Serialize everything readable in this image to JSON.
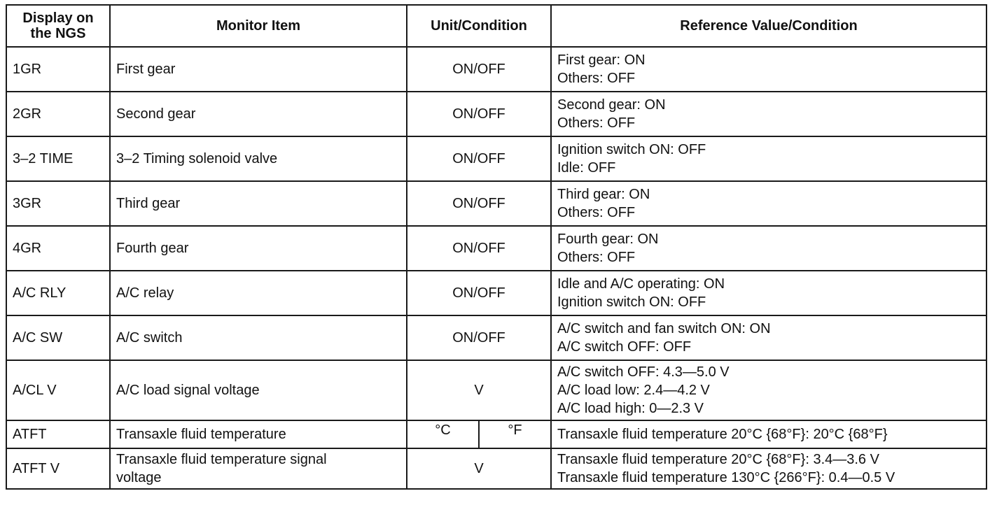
{
  "table": {
    "headers": {
      "display": "Display on the NGS",
      "item": "Monitor Item",
      "unit": "Unit/Condition",
      "reference": "Reference Value/Condition"
    },
    "rows": [
      {
        "display": "1GR",
        "item": "First gear",
        "unit": "ON/OFF",
        "reference": [
          "First gear: ON",
          "Others: OFF"
        ]
      },
      {
        "display": "2GR",
        "item": "Second gear",
        "unit": "ON/OFF",
        "reference": [
          "Second gear: ON",
          "Others: OFF"
        ]
      },
      {
        "display": "3–2 TIME",
        "item": "3–2 Timing solenoid valve",
        "unit": "ON/OFF",
        "reference": [
          "Ignition switch ON: OFF",
          "Idle: OFF"
        ]
      },
      {
        "display": "3GR",
        "item": "Third gear",
        "unit": "ON/OFF",
        "reference": [
          "Third gear: ON",
          "Others: OFF"
        ]
      },
      {
        "display": "4GR",
        "item": "Fourth gear",
        "unit": "ON/OFF",
        "reference": [
          "Fourth gear: ON",
          "Others: OFF"
        ]
      },
      {
        "display": "A/C RLY",
        "item": "A/C relay",
        "unit": "ON/OFF",
        "reference": [
          "Idle and A/C operating: ON",
          "Ignition switch ON: OFF"
        ]
      },
      {
        "display": "A/C SW",
        "item": "A/C switch",
        "unit": "ON/OFF",
        "reference": [
          "A/C switch and fan switch ON: ON",
          "A/C switch OFF: OFF"
        ]
      },
      {
        "display": "A/CL V",
        "item": "A/C load signal voltage",
        "unit": "V",
        "reference": [
          "A/C switch OFF: 4.3—5.0 V",
          "A/C load low: 2.4—4.2 V",
          "A/C load high: 0—2.3 V"
        ]
      },
      {
        "display": "ATFT",
        "item": "Transaxle fluid temperature",
        "unit_split": [
          "°C",
          "°F"
        ],
        "reference": [
          "Transaxle fluid temperature 20°C {68°F}: 20°C {68°F}"
        ]
      },
      {
        "display": "ATFT V",
        "item_lines": [
          "Transaxle fluid temperature signal",
          "voltage"
        ],
        "unit": "V",
        "reference": [
          "Transaxle fluid temperature 20°C {68°F}: 3.4—3.6 V",
          "Transaxle fluid temperature 130°C {266°F}: 0.4—0.5 V"
        ]
      }
    ]
  }
}
